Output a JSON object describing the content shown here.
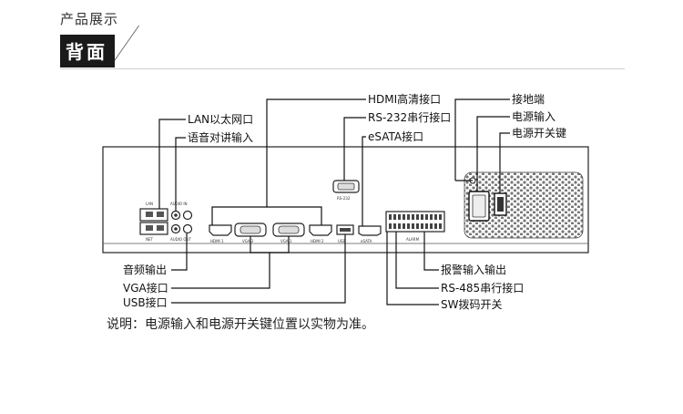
{
  "header": {
    "subtitle": "产品展示",
    "title": "背面"
  },
  "labels": {
    "lan": "LAN以太网口",
    "audio_in": "语音对讲输入",
    "hdmi": "HDMI高清接口",
    "rs232": "RS-232串行接口",
    "esata": "eSATA接口",
    "ground": "接地端",
    "power_in": "电源输入",
    "power_switch": "电源开关键",
    "audio_out": "音频输出",
    "vga": "VGA接口",
    "usb": "USB接口",
    "alarm_io": "报警输入输出",
    "rs485": "RS-485串行接口",
    "sw": "SW拨码开关"
  },
  "panel_marks": {
    "lan_port": "LAN",
    "audio_port": "AUDIO IN",
    "audio_out_port": "AUDIO OUT",
    "hdmi1": "HDMI 1",
    "vga2": "VGA 2",
    "vga1": "VGA 1",
    "hdmi2": "HDMI 2",
    "usb_port": "USB",
    "esata_port": "eSATA",
    "rs232_port": "RS-232",
    "alarm_block": "ALARM",
    "net_small": "NET"
  },
  "note": "说明：电源输入和电源开关键位置以实物为准。"
}
